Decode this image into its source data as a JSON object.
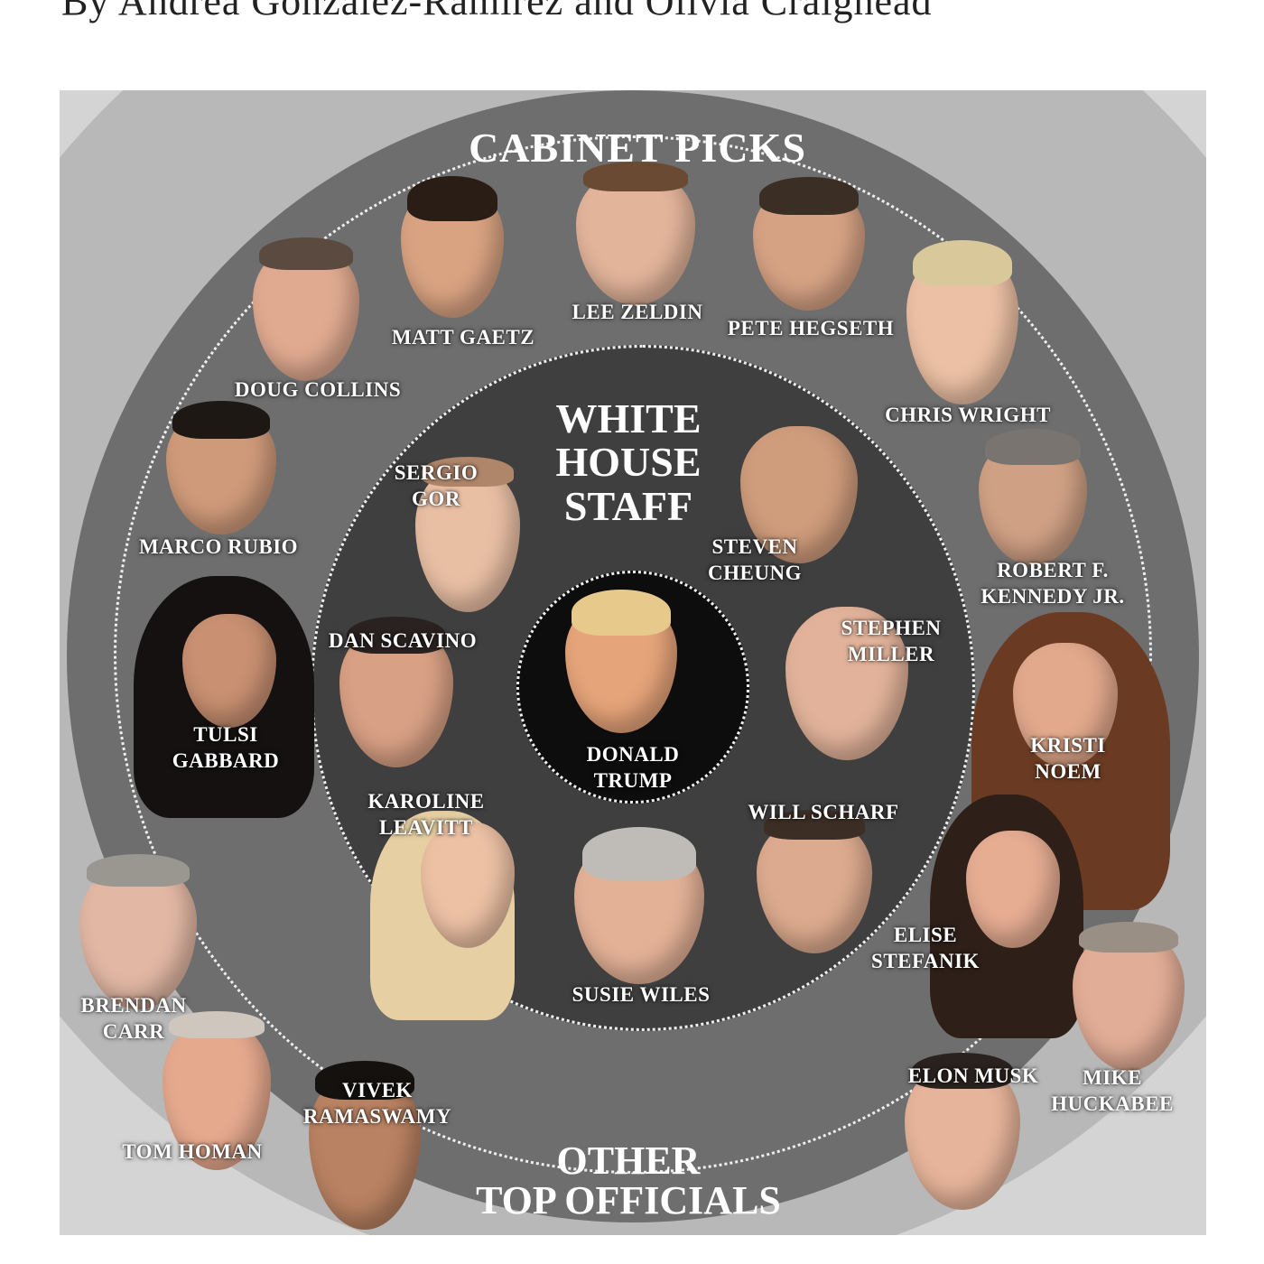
{
  "byline": "By Andrea González-Ramírez and Olivia Craighead",
  "sections": {
    "cabinet": "CABINET PICKS",
    "staff": "WHITE\nHOUSE\nSTAFF",
    "other": "OTHER\nTOP OFFICIALS"
  },
  "people": {
    "trump": "DONALD\nTRUMP",
    "zeldin": "LEE ZELDIN",
    "gaetz": "MATT GAETZ",
    "hegseth": "PETE HEGSETH",
    "collins": "DOUG COLLINS",
    "wright": "CHRIS WRIGHT",
    "rubio": "MARCO RUBIO",
    "rfk": "ROBERT F.\nKENNEDY JR.",
    "gabbard": "TULSI\nGABBARD",
    "noem": "KRISTI\nNOEM",
    "gor": "SERGIO\nGOR",
    "cheung": "STEVEN\nCHEUNG",
    "scavino": "DAN SCAVINO",
    "miller": "STEPHEN\nMILLER",
    "leavitt": "KAROLINE\nLEAVITT",
    "scharf": "WILL SCHARF",
    "wiles": "SUSIE WILES",
    "stefanik": "ELISE\nSTEFANIK",
    "carr": "BRENDAN\nCARR",
    "homan": "TOM HOMAN",
    "ramaswamy": "VIVEK\nRAMASWAMY",
    "musk": "ELON MUSK",
    "huckabee": "MIKE\nHUCKABEE"
  }
}
